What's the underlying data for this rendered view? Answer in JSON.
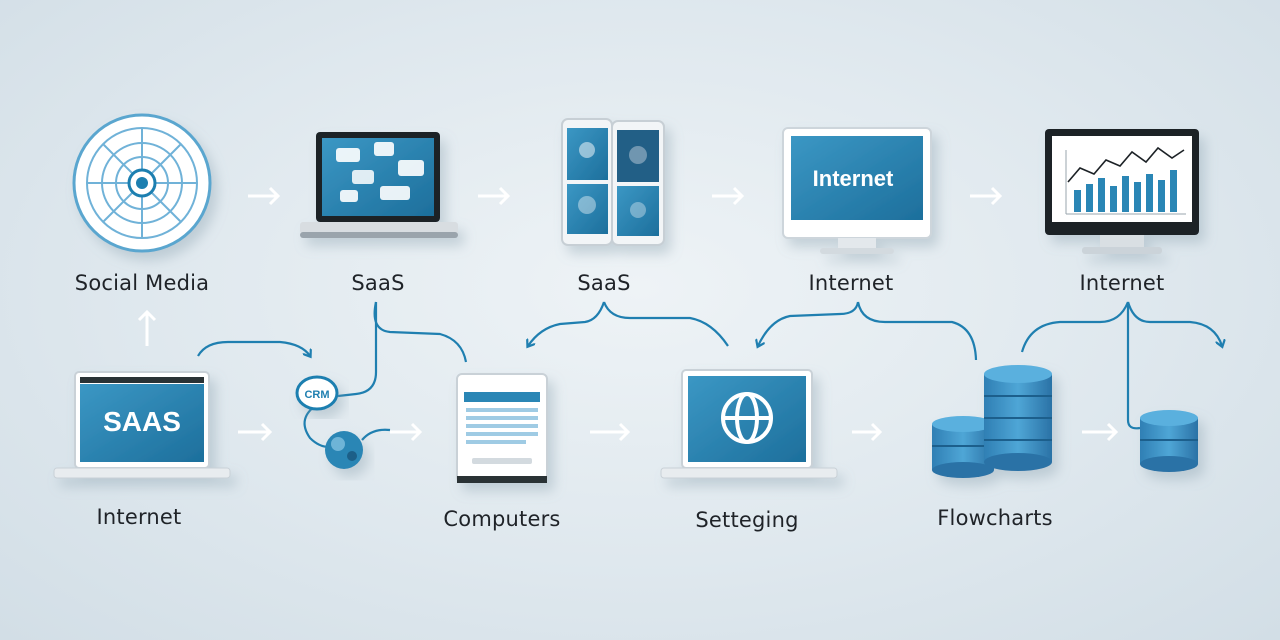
{
  "labels": {
    "social_media": "Social Media",
    "saas_1": "SaaS",
    "saas_2": "SaaS",
    "internet_top": "Internet",
    "internet_top_right": "Internet",
    "internet_bottom": "Internet",
    "computers": "Computers",
    "setteging": "Setteging",
    "flowcharts": "Flowcharts"
  },
  "screen_text": {
    "monitor": "Internet",
    "laptop": "SAAS",
    "bubble": "CRM"
  },
  "colors": {
    "accent": "#1f7fb0",
    "screen": "#2a86b5",
    "arrow_light": "#ffffff",
    "text": "#1f2328"
  }
}
